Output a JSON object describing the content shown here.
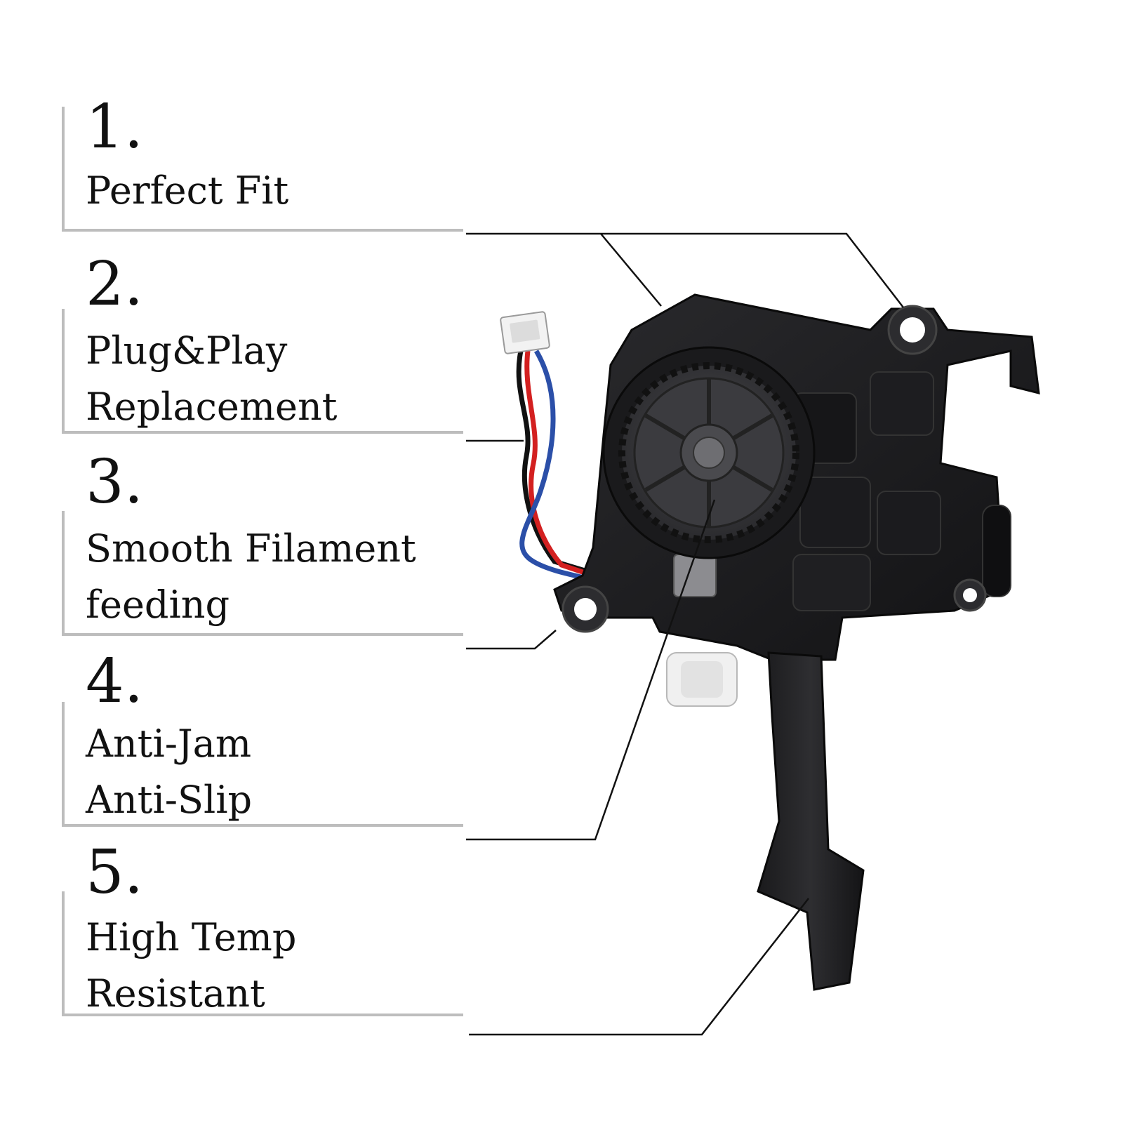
{
  "features": [
    {
      "number": "1.",
      "lines": [
        "Perfect Fit"
      ]
    },
    {
      "number": "2.",
      "lines": [
        "Plug&Play",
        "Replacement"
      ]
    },
    {
      "number": "3.",
      "lines": [
        "Smooth Filament",
        "feeding"
      ]
    },
    {
      "number": "4.",
      "lines": [
        "Anti-Jam",
        "Anti-Slip"
      ]
    },
    {
      "number": "5.",
      "lines": [
        "High Temp",
        "Resistant"
      ]
    }
  ],
  "colors": {
    "divider": "#bdbdbd",
    "leader": "#111111",
    "part": "#1c1c1e",
    "wire_red": "#d32020",
    "wire_blue": "#2b4fa8",
    "wire_black": "#111111",
    "connector": "#f2f2f2"
  },
  "image": {
    "subject": "extruder-assembly"
  }
}
